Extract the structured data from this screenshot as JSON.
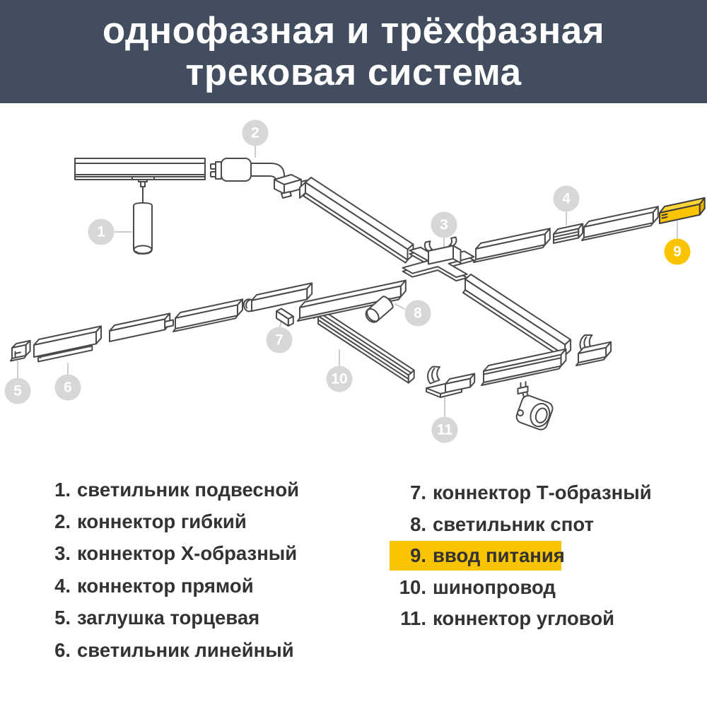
{
  "header": {
    "title_line1": "однофазная и трёхфазная",
    "title_line2": "трековая система"
  },
  "diagram": {
    "callouts": {
      "c1": {
        "number": "1"
      },
      "c2": {
        "number": "2"
      },
      "c3": {
        "number": "3"
      },
      "c4": {
        "number": "4"
      },
      "c5": {
        "number": "5"
      },
      "c6": {
        "number": "6"
      },
      "c7": {
        "number": "7"
      },
      "c8": {
        "number": "8"
      },
      "c9": {
        "number": "9"
      },
      "c10": {
        "number": "10"
      },
      "c11": {
        "number": "11"
      }
    }
  },
  "legend": {
    "left": [
      {
        "num": "1.",
        "label": "светильник подвесной"
      },
      {
        "num": "2.",
        "label": "коннектор гибкий"
      },
      {
        "num": "3.",
        "label": "коннектор Х-образный"
      },
      {
        "num": "4.",
        "label": "коннектор прямой"
      },
      {
        "num": "5.",
        "label": "заглушка торцевая"
      },
      {
        "num": "6.",
        "label": "светильник линейный"
      }
    ],
    "right": [
      {
        "num": "7.",
        "label": "коннектор Т-образный"
      },
      {
        "num": "8.",
        "label": "светильник спот"
      },
      {
        "num": "9.",
        "label": "ввод питания",
        "highlighted": true
      },
      {
        "num": "10.",
        "label": "шинопровод"
      },
      {
        "num": "11.",
        "label": "коннектор угловой"
      }
    ]
  },
  "colors": {
    "header_bg": "#424E60",
    "highlight_yellow": "#FBC400",
    "callout_gray": "#D7D7D7",
    "leader_line_gray": "#CDCDCD",
    "outline_gray": "#4A4A4A",
    "text_dark": "#333333"
  }
}
